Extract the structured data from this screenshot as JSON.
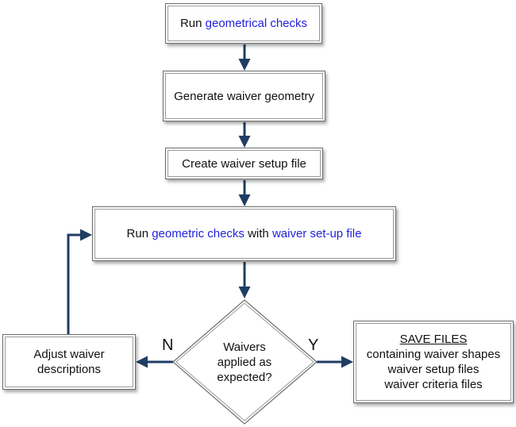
{
  "colors": {
    "accent": "#2222dd",
    "arrow": "#1f3d63"
  },
  "steps": {
    "run_checks": {
      "prefix": "Run ",
      "link": "geometrical checks"
    },
    "generate": "Generate waiver geometry",
    "create_setup": "Create waiver setup file",
    "run_with_setup": {
      "prefix": "Run ",
      "link1": "geometric checks",
      "middle": " with ",
      "link2": "waiver set-up file"
    }
  },
  "decision": {
    "lines": [
      "Waivers",
      "applied as",
      "expected?"
    ]
  },
  "branches": {
    "no": "N",
    "yes": "Y"
  },
  "adjust": {
    "lines": [
      "Adjust waiver",
      "descriptions"
    ]
  },
  "save": {
    "title": "SAVE FILES",
    "lines": [
      "containing waiver shapes",
      "waiver setup files",
      "waiver criteria files"
    ]
  }
}
